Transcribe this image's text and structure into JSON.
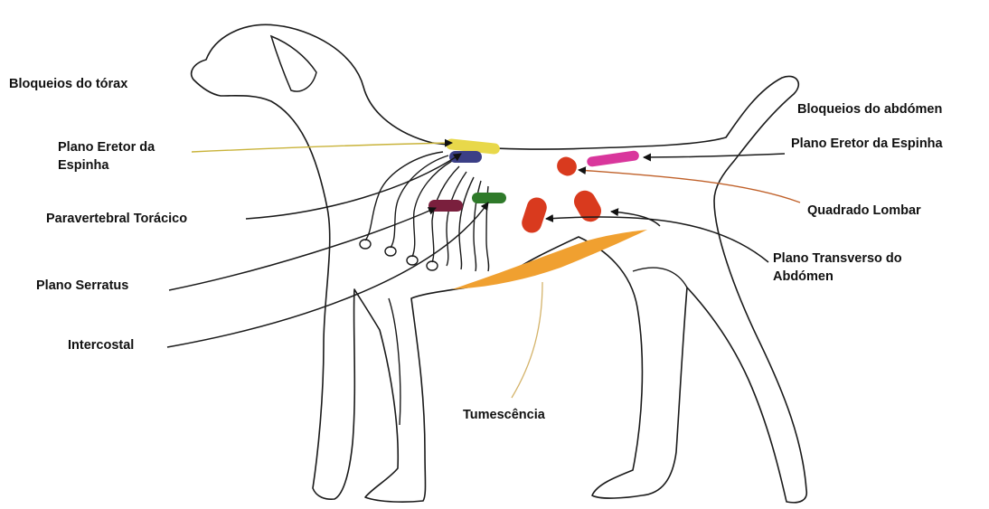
{
  "thorax": {
    "heading": "Bloqueios do tórax",
    "erector_spinae": [
      "Plano Eretor da",
      "Espinha"
    ],
    "paravertebral": "Paravertebral Torácico",
    "serratus": "Plano Serratus",
    "intercostal": "Intercostal"
  },
  "abdomen": {
    "heading": "Bloqueios do abdómen",
    "erector_spinae": "Plano Eretor da Espinha",
    "quadratus_lumborum": "Quadrado Lombar",
    "transversus_abdominis": [
      "Plano Transverso do",
      "Abdómen"
    ]
  },
  "tumescence": "Tumescência",
  "colors": {
    "outline": "#1a1a1a",
    "thorax_erector": "#e8d84a",
    "paravertebral": "#3b3f86",
    "serratus": "#7a1f3d",
    "intercostal": "#2f7a2a",
    "abdomen_erector": "#d9369c",
    "abdomen_blocks": "#d93a1e",
    "tumescence": "#f0a030",
    "thorax_erector_line": "#c9b33a",
    "tumescence_line": "#d4b36a",
    "ql_line": "#c0612a"
  }
}
